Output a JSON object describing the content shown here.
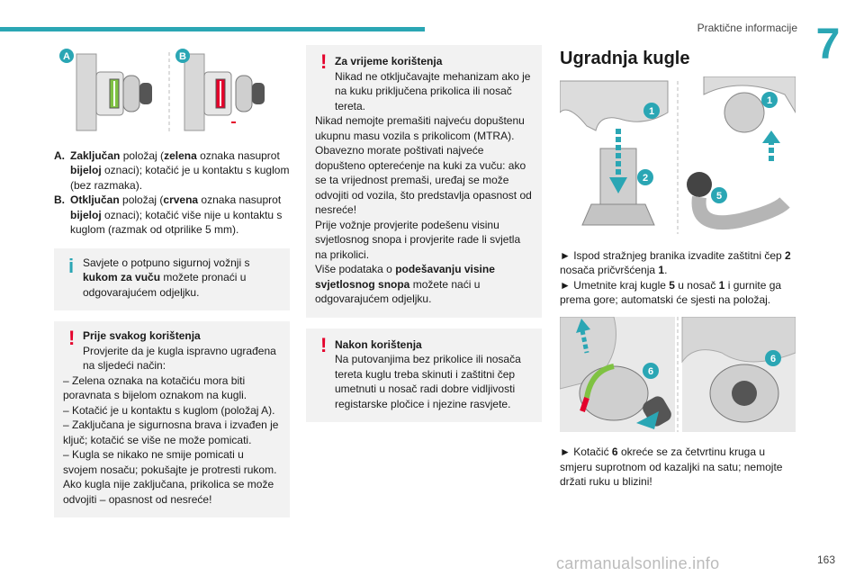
{
  "header": {
    "running_title": "Praktične informacije",
    "chapter_number": "7",
    "page_number": "163"
  },
  "footer": {
    "watermark": "carmanualsonline.info"
  },
  "colors": {
    "accent": "#2aa6b4",
    "warning": "#e4002b",
    "lock_green": "#4caf50",
    "unlock_red": "#e4002b"
  },
  "col1": {
    "figure": {
      "badge_a": "A",
      "badge_b": "B"
    },
    "defs": [
      {
        "key": "A.",
        "bold1": "Zaključan",
        "t1": " položaj (",
        "bold2": "zelena",
        "t2": " oznaka nasuprot ",
        "bold3": "bijeloj",
        "t3": " oznaci); kotačić je u kontaktu s kuglom (bez razmaka)."
      },
      {
        "key": "B.",
        "bold1": "Otključan",
        "t1": " položaj (",
        "bold2": "crvena",
        "t2": " oznaka nasuprot ",
        "bold3": "bijeloj",
        "t3": " oznaci); kotačić više nije u kontaktu s kuglom (razmak od otprilike 5 mm)."
      }
    ],
    "info": {
      "t1": "Savjete o potpuno sigurnoj vožnji s ",
      "b1": "kukom za vuču",
      "t2": " možete pronaći u odgovarajućem odjeljku."
    },
    "warn": {
      "title": "Prije svakog korištenja",
      "lines": [
        "Provjerite da je kugla ispravno ugrađena na sljedeći način:",
        "–  Zelena oznaka na kotačiću mora biti poravnata s bijelom oznakom na kugli.",
        "–  Kotačić je u kontaktu s kuglom (položaj A).",
        "–  Zaključana je sigurnosna brava i izvađen je ključ; kotačić se više ne može pomicati.",
        "–  Kugla se nikako ne smije pomicati u svojem nosaču; pokušajte je protresti rukom.",
        "Ako kugla nije zaključana, prikolica se može odvojiti – opasnost od nesreće!"
      ]
    }
  },
  "col2": {
    "warn1": {
      "title": "Za vrijeme korištenja",
      "p1": "Nikad ne otključavajte mehanizam ako je na kuku priključena prikolica ili nosač tereta.",
      "p2": "Nikad nemojte premašiti najveću dopuštenu ukupnu masu vozila s prikolicom (MTRA).",
      "p3": "Obavezno morate poštivati najveće dopušteno opterećenje na kuki za vuču: ako se ta vrijednost premaši, uređaj se može odvojiti od vozila, što predstavlja opasnost od nesreće!",
      "p4": "Prije vožnje provjerite podešenu visinu svjetlosnog snopa i provjerite rade li svjetla na prikolici.",
      "p5_t1": "Više podataka o ",
      "p5_b": "podešavanju visine svjetlosnog snopa",
      "p5_t2": " možete naći u odgovarajućem odjeljku."
    },
    "warn2": {
      "title": "Nakon korištenja",
      "p1": "Na putovanjima bez prikolice ili nosača tereta kuglu treba skinuti i zaštitni čep umetnuti u nosač radi dobre vidljivosti registarske pločice i njezine rasvjete."
    }
  },
  "col3": {
    "heading": "Ugradnja kugle",
    "fig1": {
      "b1": "1",
      "b2": "2",
      "b3": "1",
      "b4": "5"
    },
    "step1": {
      "arrow": "►",
      "t1": " Ispod stražnjeg branika izvadite zaštitni čep ",
      "b1": "2",
      "t2": " nosača pričvršćenja ",
      "b2": "1",
      "t3": "."
    },
    "step2": {
      "arrow": "►",
      "t1": " Umetnite kraj kugle ",
      "b1": "5",
      "t2": " u nosač ",
      "b2": "1",
      "t3": " i gurnite ga prema gore; automatski će sjesti na položaj."
    },
    "fig2": {
      "b1": "6",
      "b2": "6"
    },
    "step3": {
      "arrow": "►",
      "t1": " Kotačić ",
      "b1": "6",
      "t2": " okreće se za četvrtinu kruga u smjeru suprotnom od kazaljki na satu; nemojte držati ruku u blizini!"
    }
  }
}
